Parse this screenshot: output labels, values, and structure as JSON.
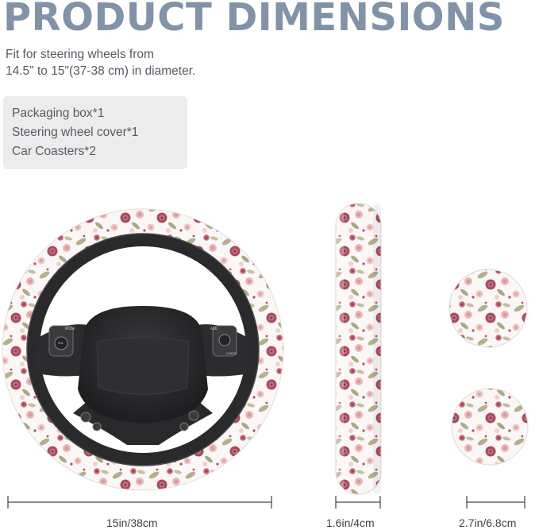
{
  "title": "PRODUCT DIMENSIONS",
  "description": {
    "line1": "Fit for steering wheels from",
    "line2": "14.5\" to 15\"(37-38 cm) in diameter."
  },
  "package_contents": [
    "Packaging box*1",
    "Steering wheel cover*1",
    "Car Coasters*2"
  ],
  "dimensions": {
    "wheel_width": "15in/38cm",
    "wheel_thickness": "1.6in/4cm",
    "coaster_width": "2.7in/6.8cm"
  },
  "wheel_buttons": {
    "mode": "MODE",
    "vol": "VOL",
    "add": "ADD",
    "cancel": "CANCEL"
  },
  "colors": {
    "title": "#8193a9",
    "rose_dark": "#a84c5e",
    "rose_light": "#e8b4b4",
    "leaf": "#a7a87f",
    "wheel_black": "#2a2a2c"
  }
}
